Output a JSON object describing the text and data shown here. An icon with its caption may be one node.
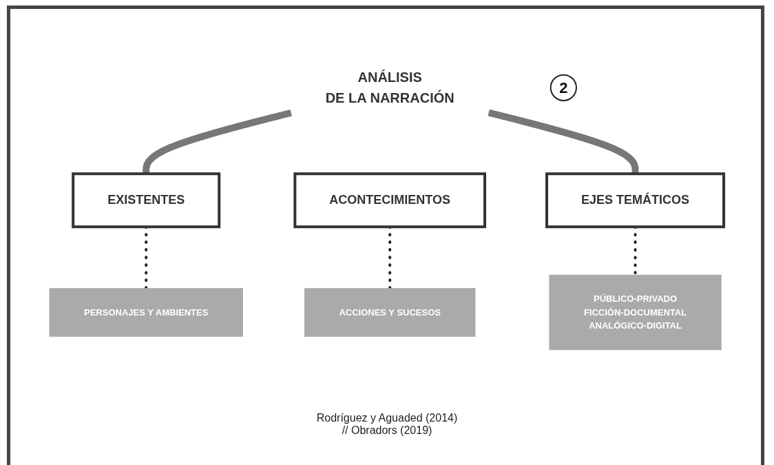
{
  "diagram": {
    "nodes": [
      {
        "text": [
          "ANÁLISIS",
          "DE LA NARRACIÓN"
        ]
      },
      {
        "text": [
          "EXISTENTES"
        ]
      },
      {
        "text": [
          "ACONTECIMIENTOS"
        ]
      },
      {
        "text": [
          "EJES TEMÁTICOS"
        ]
      },
      {
        "text": [
          "PERSONAJES Y AMBIENTES"
        ]
      },
      {
        "text": [
          "ACCIONES Y SUCESOS"
        ]
      },
      {
        "text": [
          "PÚBLICO-PRIVADO",
          "FICCIÓN-DOCUMENTAL",
          "ANALÓGICO-DIGITAL"
        ]
      },
      {
        "text": [
          "2"
        ]
      }
    ],
    "edges": [
      {
        "from": 0,
        "to": 1,
        "arrow": "none",
        "style": "thick",
        "color": "#777777"
      },
      {
        "from": 0,
        "to": 3,
        "arrow": "none",
        "style": "thick",
        "color": "#777777"
      },
      {
        "from": 1,
        "to": 4,
        "arrow": "none",
        "style": "dashed"
      },
      {
        "from": 2,
        "to": 5,
        "arrow": "none",
        "style": "dashed"
      },
      {
        "from": 3,
        "to": 6,
        "arrow": "none",
        "style": "dashed"
      }
    ],
    "labels": [
      "Rodríguez y Aguaded (2014)",
      "// Obradors (2019)"
    ]
  }
}
